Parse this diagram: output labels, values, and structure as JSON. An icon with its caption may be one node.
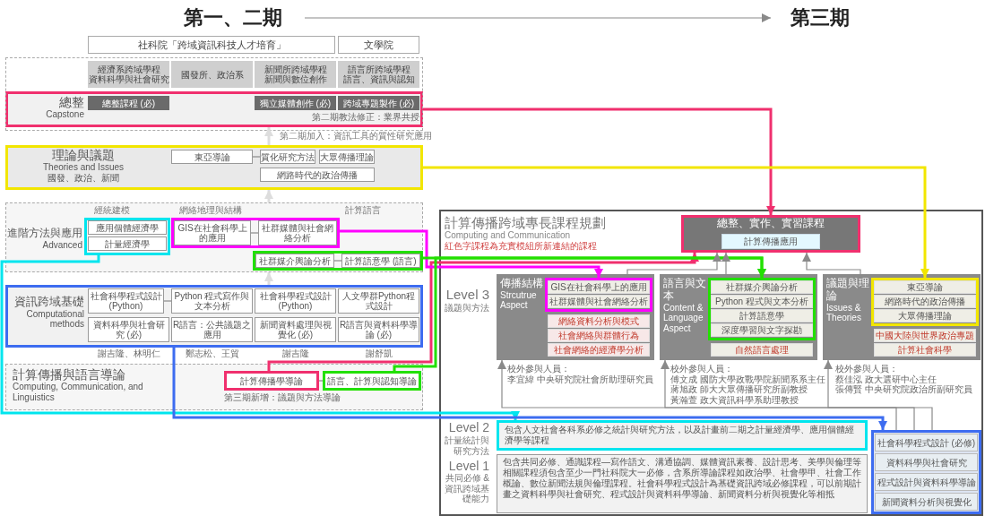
{
  "diagram": {
    "nodes": [
      {
        "text": [
          "第一、二期"
        ]
      },
      {
        "text": [
          "第三期"
        ]
      },
      {
        "text": [
          "社科院「跨域資訊科技人才培育」"
        ]
      },
      {
        "text": [
          "文學院"
        ]
      },
      {
        "text": [
          "經濟系跨域學程",
          "資料科學與社會研究"
        ]
      },
      {
        "text": [
          "國發所、政治系"
        ]
      },
      {
        "text": [
          "新聞所跨域學程",
          "新聞與數位創作"
        ]
      },
      {
        "text": [
          "語言所跨域學程",
          "語言、資訊與認知"
        ]
      },
      {
        "text": [
          "總整",
          "Capstone"
        ]
      },
      {
        "text": [
          "總整課程 (必)"
        ],
        "in": 8
      },
      {
        "text": [
          "獨立媒體創作 (必)"
        ],
        "in": 8
      },
      {
        "text": [
          "跨域專題製作 (必)"
        ],
        "in": 8,
        "beside": [
          "第二期教法修正：業界共授"
        ]
      },
      {
        "text": [
          "理論與議題",
          "Theories and Issues",
          "國發、政治、新聞"
        ]
      },
      {
        "text": [
          "東亞導論"
        ],
        "in": 12
      },
      {
        "text": [
          "質化研究方法"
        ],
        "in": 12
      },
      {
        "text": [
          "大眾傳播理論"
        ],
        "in": 12
      },
      {
        "text": [
          "網路時代的政治傳播"
        ],
        "in": 12
      },
      {
        "text": [
          "進階方法與應用",
          "Advanced"
        ]
      },
      {
        "text": [],
        "shape": "box",
        "in": 17
      },
      {
        "text": [
          "應用個體經濟學"
        ],
        "in": 18
      },
      {
        "text": [
          "計量經濟學"
        ],
        "in": 18
      },
      {
        "text": [],
        "shape": "box",
        "in": 17
      },
      {
        "text": [
          "GIS在社會科學上的應用"
        ],
        "in": 21
      },
      {
        "text": [
          "社群媒體與社會網絡分析"
        ],
        "in": 21
      },
      {
        "text": [],
        "shape": "box",
        "in": 17
      },
      {
        "text": [
          "社群媒介輿論分析"
        ],
        "in": 24
      },
      {
        "text": [
          "計算語意學 (語言)"
        ],
        "in": 24
      },
      {
        "text": [
          "資訊跨域基礎",
          "Computational methods"
        ]
      },
      {
        "text": [
          "社會科學程式設計 (Python)"
        ],
        "in": 27
      },
      {
        "text": [
          "資料科學與社會研究 (必)"
        ],
        "in": 27,
        "beside": [
          "謝吉隆、林明仁"
        ]
      },
      {
        "text": [
          "Python 程式寫作與文本分析"
        ],
        "in": 27
      },
      {
        "text": [
          "R語言：公共議題之應用"
        ],
        "in": 27,
        "beside": [
          "鄭志松、王貿"
        ]
      },
      {
        "text": [
          "社會科學程式設計 (Python)"
        ],
        "in": 27
      },
      {
        "text": [
          "新聞資料處理與視覺化 (必)"
        ],
        "in": 27,
        "beside": [
          "謝吉隆"
        ]
      },
      {
        "text": [
          "人文學群Python程式設計"
        ],
        "in": 27
      },
      {
        "text": [
          "R語言與資料科學導論 (必)"
        ],
        "in": 27,
        "beside": [
          "謝舒凱"
        ]
      },
      {
        "text": [
          "計算傳播與語言導論",
          "Computing, Communication, and Linguistics"
        ]
      },
      {
        "text": [
          "計算傳播學導論"
        ],
        "in": 36,
        "beside": [
          "第三期新增：議題與方法導論"
        ]
      },
      {
        "text": [
          "語言、計算與認知導論"
        ],
        "in": 36
      },
      {
        "text": [
          "計算傳播跨域專長課程規劃",
          "Computing and Communication",
          "紅色字課程為充實模組所新連結的課程"
        ]
      },
      {
        "text": [
          "總整、實作、實習課程"
        ],
        "in": 39
      },
      {
        "text": [
          "計算傳播應用"
        ],
        "in": 40
      },
      {
        "text": [
          "傳播結構",
          "Strcutrue Aspect"
        ],
        "in": 39,
        "beside": [
          "校外參與人員：",
          "李宜緯 中央研究院社會所助理研究員"
        ]
      },
      {
        "text": [],
        "shape": "box",
        "in": 42
      },
      {
        "text": [
          "GIS在社會科學上的應用"
        ],
        "in": 43
      },
      {
        "text": [
          "社群媒體與社會網絡分析"
        ],
        "in": 43
      },
      {
        "text": [
          "網絡資料分析與模式"
        ],
        "in": 42
      },
      {
        "text": [
          "社會網絡與群體行為"
        ],
        "in": 42
      },
      {
        "text": [
          "社會網絡的經濟學分析"
        ],
        "in": 42
      },
      {
        "text": [
          "語言與文本",
          "Content & Language Aspect"
        ],
        "in": 39,
        "beside": [
          "校外參與人員：",
          "傅文成 國防大學政戰學院新聞系系主任",
          "蔣旭政 師大大眾傳播研究所副教授",
          "黃瀚萱 政大資訊科學系助理教授"
        ]
      },
      {
        "text": [],
        "shape": "box",
        "in": 49
      },
      {
        "text": [
          "社群媒介輿論分析"
        ],
        "in": 50
      },
      {
        "text": [
          "Python 程式與文本分析"
        ],
        "in": 50
      },
      {
        "text": [
          "計算語意學"
        ],
        "in": 50
      },
      {
        "text": [
          "深度學習與文字探勘"
        ],
        "in": 50
      },
      {
        "text": [
          "自然語言處理"
        ],
        "in": 49
      },
      {
        "text": [
          "議題與理論",
          "Issues & Theories"
        ],
        "in": 39,
        "beside": [
          "校外參與人員：",
          "蔡佳泓 政大選研中心主任",
          "張傳賢 中央研究院政治所副研究員"
        ]
      },
      {
        "text": [],
        "shape": "box",
        "in": 56
      },
      {
        "text": [
          "東亞導論"
        ],
        "in": 57
      },
      {
        "text": [
          "網路時代的政治傳播"
        ],
        "in": 57
      },
      {
        "text": [
          "大眾傳播理論"
        ],
        "in": 57
      },
      {
        "text": [
          "中國大陸與世界政治專題"
        ],
        "in": 56
      },
      {
        "text": [
          "計算社會科學"
        ],
        "in": 56
      },
      {
        "text": [
          "包含人文社會各科系必修之統計與研究方法，以及計畫前二期之計量經濟學、應用個體經濟學等課程"
        ],
        "in": 39
      },
      {
        "text": [
          "包含共同必修、通識課程—寫作語文、溝通協調、媒體資訊素養、設計思考、美學與倫理等相關課程須包含至少一門社科院大一必修，含系所導論課程如政治學、社會學甲、社會工作概論、數位新聞法規與倫理課程。社會科學程式設計為基礎資訊跨域必修課程，可以前期計畫之資料科學與社會研究、程式設計與資料科學導論、新聞資料分析與視覺化等相抵"
        ],
        "in": 39
      },
      {
        "text": [],
        "shape": "box",
        "in": 39
      },
      {
        "text": [
          "社會科學程式設計 (必修)"
        ],
        "in": 65
      },
      {
        "text": [
          "資料科學與社會研究"
        ],
        "in": 65
      },
      {
        "text": [
          "程式設計與資料科學導論"
        ],
        "in": 65
      },
      {
        "text": [
          "新聞資料分析與視覺化"
        ],
        "in": 65
      }
    ],
    "edges": [
      {
        "from": 0,
        "to": 1,
        "arrow": "to"
      },
      {
        "from": 8,
        "to": 40,
        "arrow": "to",
        "style": "thick",
        "color": "#f0306e"
      },
      {
        "from": 37,
        "to": 40,
        "arrow": "to",
        "style": "thick",
        "color": "#f0306e"
      },
      {
        "from": 12,
        "to": 57,
        "arrow": "to",
        "style": "thick",
        "color": "#f2e600"
      },
      {
        "from": 21,
        "to": 43,
        "arrow": "to",
        "style": "thick",
        "color": "#ff00ff"
      },
      {
        "from": 24,
        "to": 50,
        "arrow": "to",
        "style": "thick",
        "color": "#22e000"
      },
      {
        "from": 38,
        "to": 50,
        "arrow": "to",
        "style": "thick",
        "color": "#22e000"
      },
      {
        "from": 18,
        "to": 63,
        "arrow": "to",
        "style": "thick",
        "color": "#00e5ee"
      },
      {
        "from": 27,
        "to": 65,
        "arrow": "to",
        "style": "thick",
        "color": "#3d6cf0"
      },
      {
        "from": 27,
        "to": 17,
        "arrow": "to",
        "style": "thick",
        "color": "#dddddd"
      },
      {
        "from": 17,
        "to": 12,
        "arrow": "to",
        "style": "thick",
        "color": "#dddddd"
      },
      {
        "from": 12,
        "to": 8,
        "arrow": "to",
        "style": "thick",
        "color": "#dddddd"
      },
      {
        "from": 42,
        "to": 40,
        "arrow": "to"
      },
      {
        "from": 49,
        "to": 40,
        "arrow": "to"
      },
      {
        "from": 56,
        "to": 40,
        "arrow": "to"
      },
      {
        "from": 65,
        "to": 42,
        "arrow": "to"
      },
      {
        "from": 65,
        "to": 49,
        "arrow": "to"
      },
      {
        "from": 65,
        "to": 56,
        "arrow": "to"
      },
      {
        "from": 13,
        "to": 14,
        "arrow": "none"
      },
      {
        "from": 22,
        "to": 23,
        "arrow": "none"
      },
      {
        "from": 25,
        "to": 26,
        "arrow": "none"
      },
      {
        "from": 28,
        "to": 30,
        "arrow": "none"
      },
      {
        "from": 37,
        "to": 38,
        "arrow": "none"
      }
    ],
    "labels": [
      "第二期加入：資訊工具的質性研究應用",
      "經統建模",
      "網絡地理與結構",
      "計算語言",
      "Level 3",
      "議題與方法",
      "Level 2",
      "計量統計與研究方法",
      "Level 1",
      "共同必修 & 資訊跨域基礎能力"
    ]
  }
}
